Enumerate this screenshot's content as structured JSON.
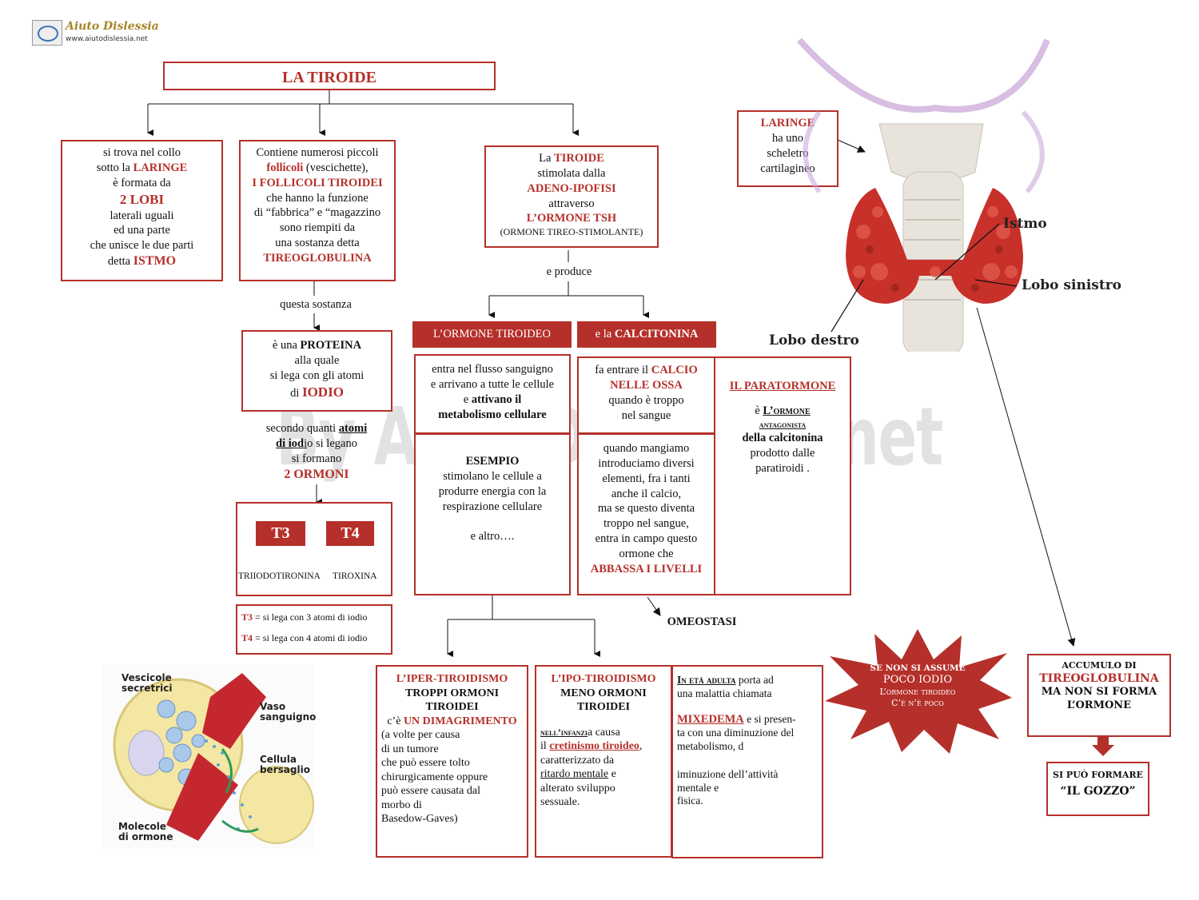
{
  "logo": {
    "name": "Aiuto Dislessia",
    "url": "www.aiutodislessia.net"
  },
  "watermark": "By AiutoDislessia.net",
  "title": "LA TIROIDE",
  "box_location": {
    "l1": "si trova nel collo",
    "l2": "sotto la",
    "l2r": "LARINGE",
    "l3": "è formata da",
    "l4": "2  LOBI",
    "l5": "laterali uguali",
    "l6": "ed una parte",
    "l7": "che unisce le due parti",
    "l8": "detta",
    "l8r": "ISTMO"
  },
  "box_follicles": {
    "l1": "Contiene numerosi piccoli",
    "l2r": "follicoli",
    "l2": "(vescichette),",
    "l3": "I FOLLICOLI TIROIDEI",
    "l4": "che hanno la funzione",
    "l5": "di “fabbrica” e “magazzino",
    "l6": "sono riempiti da",
    "l7": "una sostanza detta",
    "l8": "TIREOGLOBULINA"
  },
  "box_tsh": {
    "l1": "La",
    "l1r": "TIROIDE",
    "l2": "stimolata dalla",
    "l3": "ADENO-IPOFISI",
    "l4": "attraverso",
    "l5": "L’ORMONE TSH",
    "l6": "(ORMONE TIREO-STIMOLANTE)"
  },
  "text_produce": "e produce",
  "text_substance": "questa sostanza",
  "box_protein": {
    "l1": "è una",
    "l1b": "PROTEINA",
    "l2": "alla quale",
    "l3": "si lega con gli atomi",
    "l4": "di",
    "l4r": "IODIO"
  },
  "text_atoms": {
    "l1": "secondo quanti",
    "l1b": "atomi",
    "l2b": "di iod",
    "l2u": "i",
    "l2": "o si legano",
    "l3": "si formano",
    "l4": "2 ORMONI"
  },
  "hormones": {
    "t3": "T3",
    "t4": "T4",
    "t3_name": "TRIIODOTIRONINA",
    "t4_name": "TIROXINA",
    "t3_def_label": "T3",
    "t3_def": "= si lega con 3 atomi di iodio",
    "t4_def_label": "T4",
    "t4_def": "= si lega con 4 atomi di iodio"
  },
  "head_thyroid_hormone": "L’ORMONE TIROIDEO",
  "head_calcitonin": {
    "pre": "e la",
    "b": "CALCITONINA"
  },
  "box_flow": {
    "l1": "entra nel flusso sanguigno",
    "l2": "e arrivano a tutte le cellule",
    "l3": "e",
    "l3b": "attivano il",
    "l4": "metabolismo cellulare"
  },
  "box_example": {
    "l1": "ESEMPIO",
    "l2": "stimolano le cellule a",
    "l3": "produrre energia con la",
    "l4": "respirazione cellulare",
    "l5": "e altro…."
  },
  "box_calcium": {
    "l1": "fa entrare il",
    "l1r": "CALCIO",
    "l2": "NELLE OSSA",
    "l3": "quando è troppo",
    "l4": "nel sangue"
  },
  "box_eating": {
    "l1": "quando mangiamo",
    "l2": "introduciamo diversi",
    "l3": "elementi, fra i tanti",
    "l4": "anche il calcio,",
    "l5": "ma se questo diventa",
    "l6": "troppo nel sangue,",
    "l7": "entra in campo questo",
    "l8": "ormone che",
    "l9": "ABBASSA I LIVELLI"
  },
  "box_parathormone": {
    "l1": "IL PARATORMONE",
    "l2": "è",
    "l2u": "L’ormone",
    "l3": "antagonista",
    "l4": "della calcitonina",
    "l5": "prodotto dalle",
    "l6": "paratiroidi ."
  },
  "text_homeostasis": "OMEOSTASI",
  "box_hyper": {
    "l1": "L’IPER-TIROIDISMO",
    "l2": "TROPPI  ORMONI",
    "l3": "TIROIDEI",
    "l4": "c’è",
    "l4r": "UN DIMAGRIMENTO",
    "l5": "(a volte per  causa",
    "l6": "di un tumore",
    "l7": "che può essere tolto",
    "l8": "chirurgicamente oppure",
    "l9": "può essere causata dal",
    "l10": "morbo di",
    "l11": "Basedow-Gaves)"
  },
  "box_hypo": {
    "l1": "L’IPO-TIROIDISMO",
    "l2": "MENO  ORMONI",
    "l3": "TIROIDEI",
    "l4u": "nell’infanzi",
    "l4a": "a",
    "l4": "causa",
    "l5": "il",
    "l5r": "cretinismo tiroideo",
    "l5c": ",",
    "l6": "caratterizzato da",
    "l7u": "ritardo mentale",
    "l7": "e",
    "l8": "alterato sviluppo",
    "l9": "sessuale."
  },
  "box_adult": {
    "l1u": "In età adulta",
    "l1": "porta ad",
    "l2": "una malattia  chiamata",
    "l3r": "MIXEDEMA",
    "l3": "e  si presen-",
    "l4": "ta con una diminuzione del",
    "l5": "metabolismo, d",
    "l6": "iminuzione dell’attività",
    "l7": "mentale e",
    "l8": "fisica."
  },
  "starburst": {
    "l1": "SE NON SI ASSUME",
    "l2": "POCO IODIO",
    "l3": "L’ormone tiroideo",
    "l4": "C’è n’è poco"
  },
  "box_larynx": {
    "l1": "LARINGE",
    "l2": "ha uno",
    "l3": "scheletro",
    "l4": "cartilagineo"
  },
  "thyroid_labels": {
    "istmo": "Istmo",
    "lobo_sinistro": "Lobo  sinistro",
    "lobo_destro": "Lobo  destro"
  },
  "box_accumulation": {
    "l1": "ACCUMULO    DI",
    "l2": "TIREOGLOBULINA",
    "l3": "MA NON SI FORMA",
    "l4": "L’ORMONE"
  },
  "box_goiter": {
    "l1": "SI PUÒ FORMARE",
    "l2": "“IL GOZZO”"
  },
  "cell_labels": {
    "vescicole": "Vescicole",
    "secretrici": "secretrici",
    "vaso": "Vaso",
    "sanguigno": "sanguigno",
    "cellula": "Cellula",
    "bersaglio": "bersaglio",
    "molecole": "Molecole",
    "di_ormone": "di ormone"
  },
  "colors": {
    "accent": "#b5302a",
    "flesh": "#c8302a",
    "cartilage": "#e8e4dc"
  }
}
